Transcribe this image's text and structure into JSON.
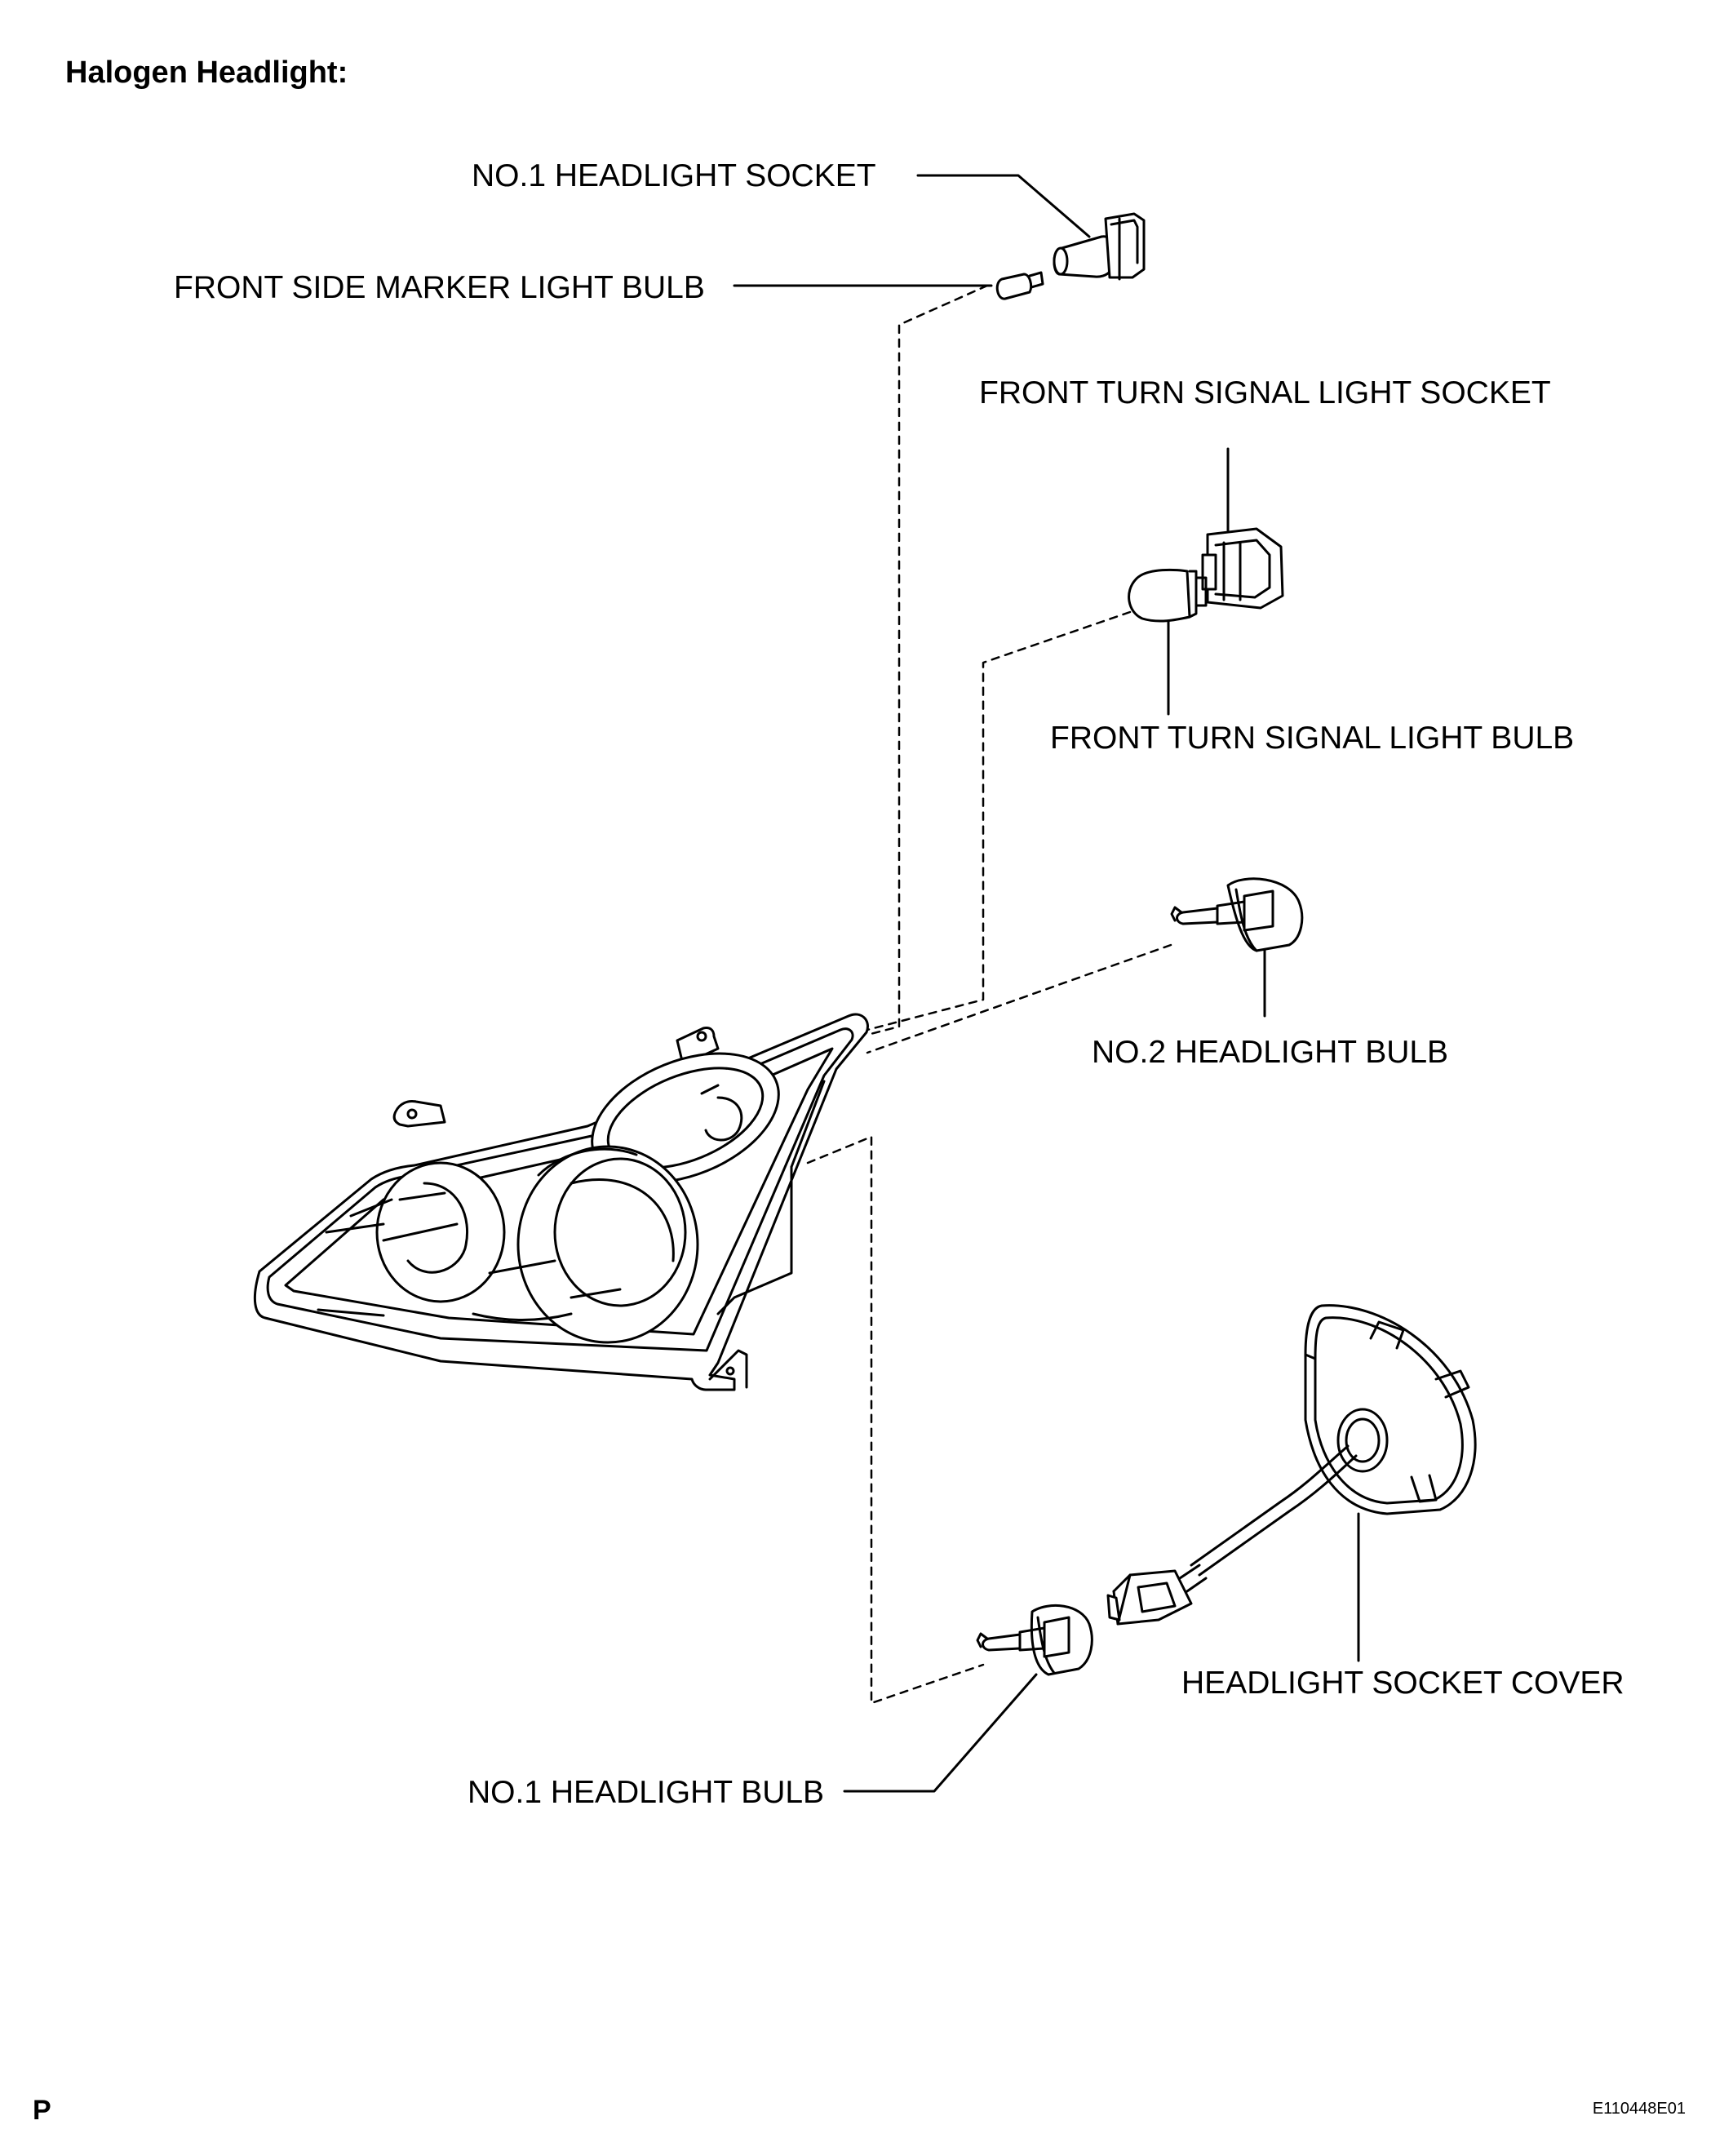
{
  "title": "Halogen Headlight:",
  "labels": {
    "no1_socket": "NO.1 HEADLIGHT SOCKET",
    "side_marker_bulb": "FRONT SIDE MARKER LIGHT BULB",
    "turn_socket": "FRONT TURN SIGNAL LIGHT SOCKET",
    "turn_bulb": "FRONT TURN SIGNAL LIGHT BULB",
    "no2_bulb": "NO.2 HEADLIGHT BULB",
    "socket_cover": "HEADLIGHT SOCKET COVER",
    "no1_bulb": "NO.1 HEADLIGHT BULB"
  },
  "corner_mark": "P",
  "figure_code": "E110448E01"
}
